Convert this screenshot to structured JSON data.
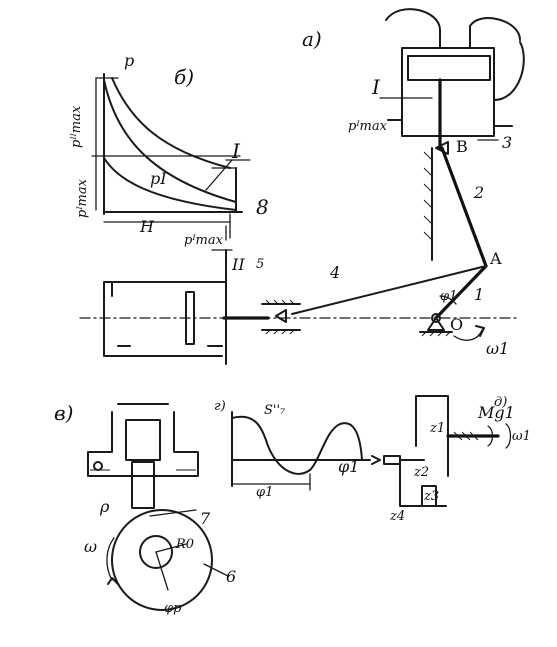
{
  "panel_letters": {
    "a": "а)",
    "b": "б)",
    "v": "в)",
    "g": "г)",
    "d": "д)"
  },
  "labels": {
    "p_axis": "p",
    "p_max_II": "pᴵᴵmax",
    "p_max_I_left": "pᴵmax",
    "p_I": "pI",
    "roman_I_left": "I",
    "num_8": "8",
    "H": "H",
    "p_max_I_mid": "pᴵmax",
    "roman_II": "II",
    "num_5": "5",
    "num_4": "4",
    "roman_I_right": "I",
    "p_max_I_right": "pᴵmax",
    "num_3": "3",
    "B": "B",
    "num_2": "2",
    "A": "A",
    "phi1_top": "φ1",
    "num_1": "1",
    "O": "O",
    "omega1": "ω1",
    "num_7": "7",
    "num_6": "6",
    "R0": "R0",
    "omega": "ω",
    "rho": "ρ",
    "phi_p": "φp",
    "S_graph": "S''₇",
    "phi1_graph": "φ1",
    "phi1_dim": "φ1",
    "z1": "z1",
    "z2": "z2",
    "z3": "z3",
    "z4": "z4",
    "M_label": "Mg1",
    "omega_d": "ω1"
  }
}
